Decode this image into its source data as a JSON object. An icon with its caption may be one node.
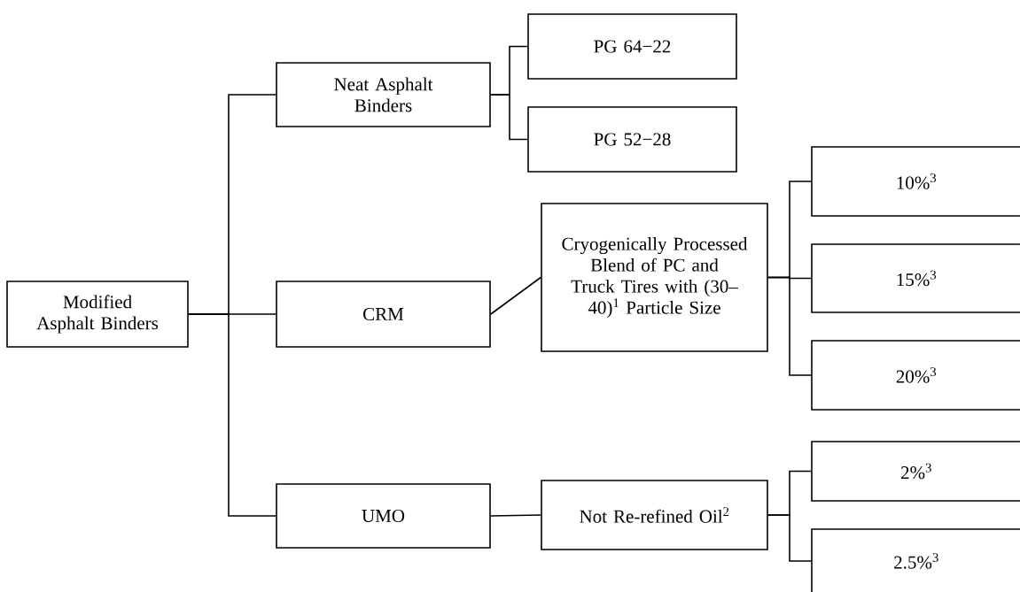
{
  "diagram": {
    "nodes": [
      {
        "text": [
          "Modified Asphalt Binders"
        ]
      },
      {
        "text": [
          "Neat Asphalt Binders"
        ]
      },
      {
        "text": [
          "CRM"
        ]
      },
      {
        "text": [
          "UMO"
        ]
      },
      {
        "text": [
          "PG 64−22"
        ]
      },
      {
        "text": [
          "PG 52−28"
        ]
      },
      {
        "text": [
          "Cryogenically Processed Blend of PC and Truck Tires with (30–40)$^{1}$ Particle Size"
        ]
      },
      {
        "text": [
          "Not Re-refined Oil$^{2}$"
        ]
      },
      {
        "text": [
          "10%$^{3}$"
        ]
      },
      {
        "text": [
          "15%$^{3}$"
        ]
      },
      {
        "text": [
          "20%$^{3}$"
        ]
      },
      {
        "text": [
          "2%$^{3}$"
        ]
      },
      {
        "text": [
          "2.5%$^{3}$"
        ]
      }
    ],
    "edges": [
      {
        "from": 0,
        "to": 1,
        "arrow": "none"
      },
      {
        "from": 0,
        "to": 2,
        "arrow": "none"
      },
      {
        "from": 0,
        "to": 3,
        "arrow": "none"
      },
      {
        "from": 1,
        "to": 4,
        "arrow": "none"
      },
      {
        "from": 1,
        "to": 5,
        "arrow": "none"
      },
      {
        "from": 2,
        "to": 6,
        "arrow": "none"
      },
      {
        "from": 6,
        "to": 8,
        "arrow": "none"
      },
      {
        "from": 6,
        "to": 9,
        "arrow": "none"
      },
      {
        "from": 6,
        "to": 10,
        "arrow": "none"
      },
      {
        "from": 3,
        "to": 7,
        "arrow": "none"
      },
      {
        "from": 7,
        "to": 11,
        "arrow": "none"
      },
      {
        "from": 7,
        "to": 12,
        "arrow": "none"
      }
    ]
  }
}
